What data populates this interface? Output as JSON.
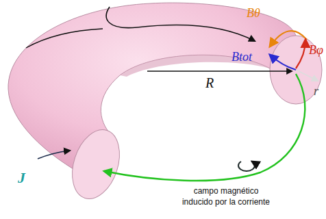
{
  "diagram": {
    "labels": [
      "Bθ",
      "Bφ",
      "Btot",
      "R",
      "r",
      "J",
      "campo magnético inducido por la corriente"
    ]
  }
}
